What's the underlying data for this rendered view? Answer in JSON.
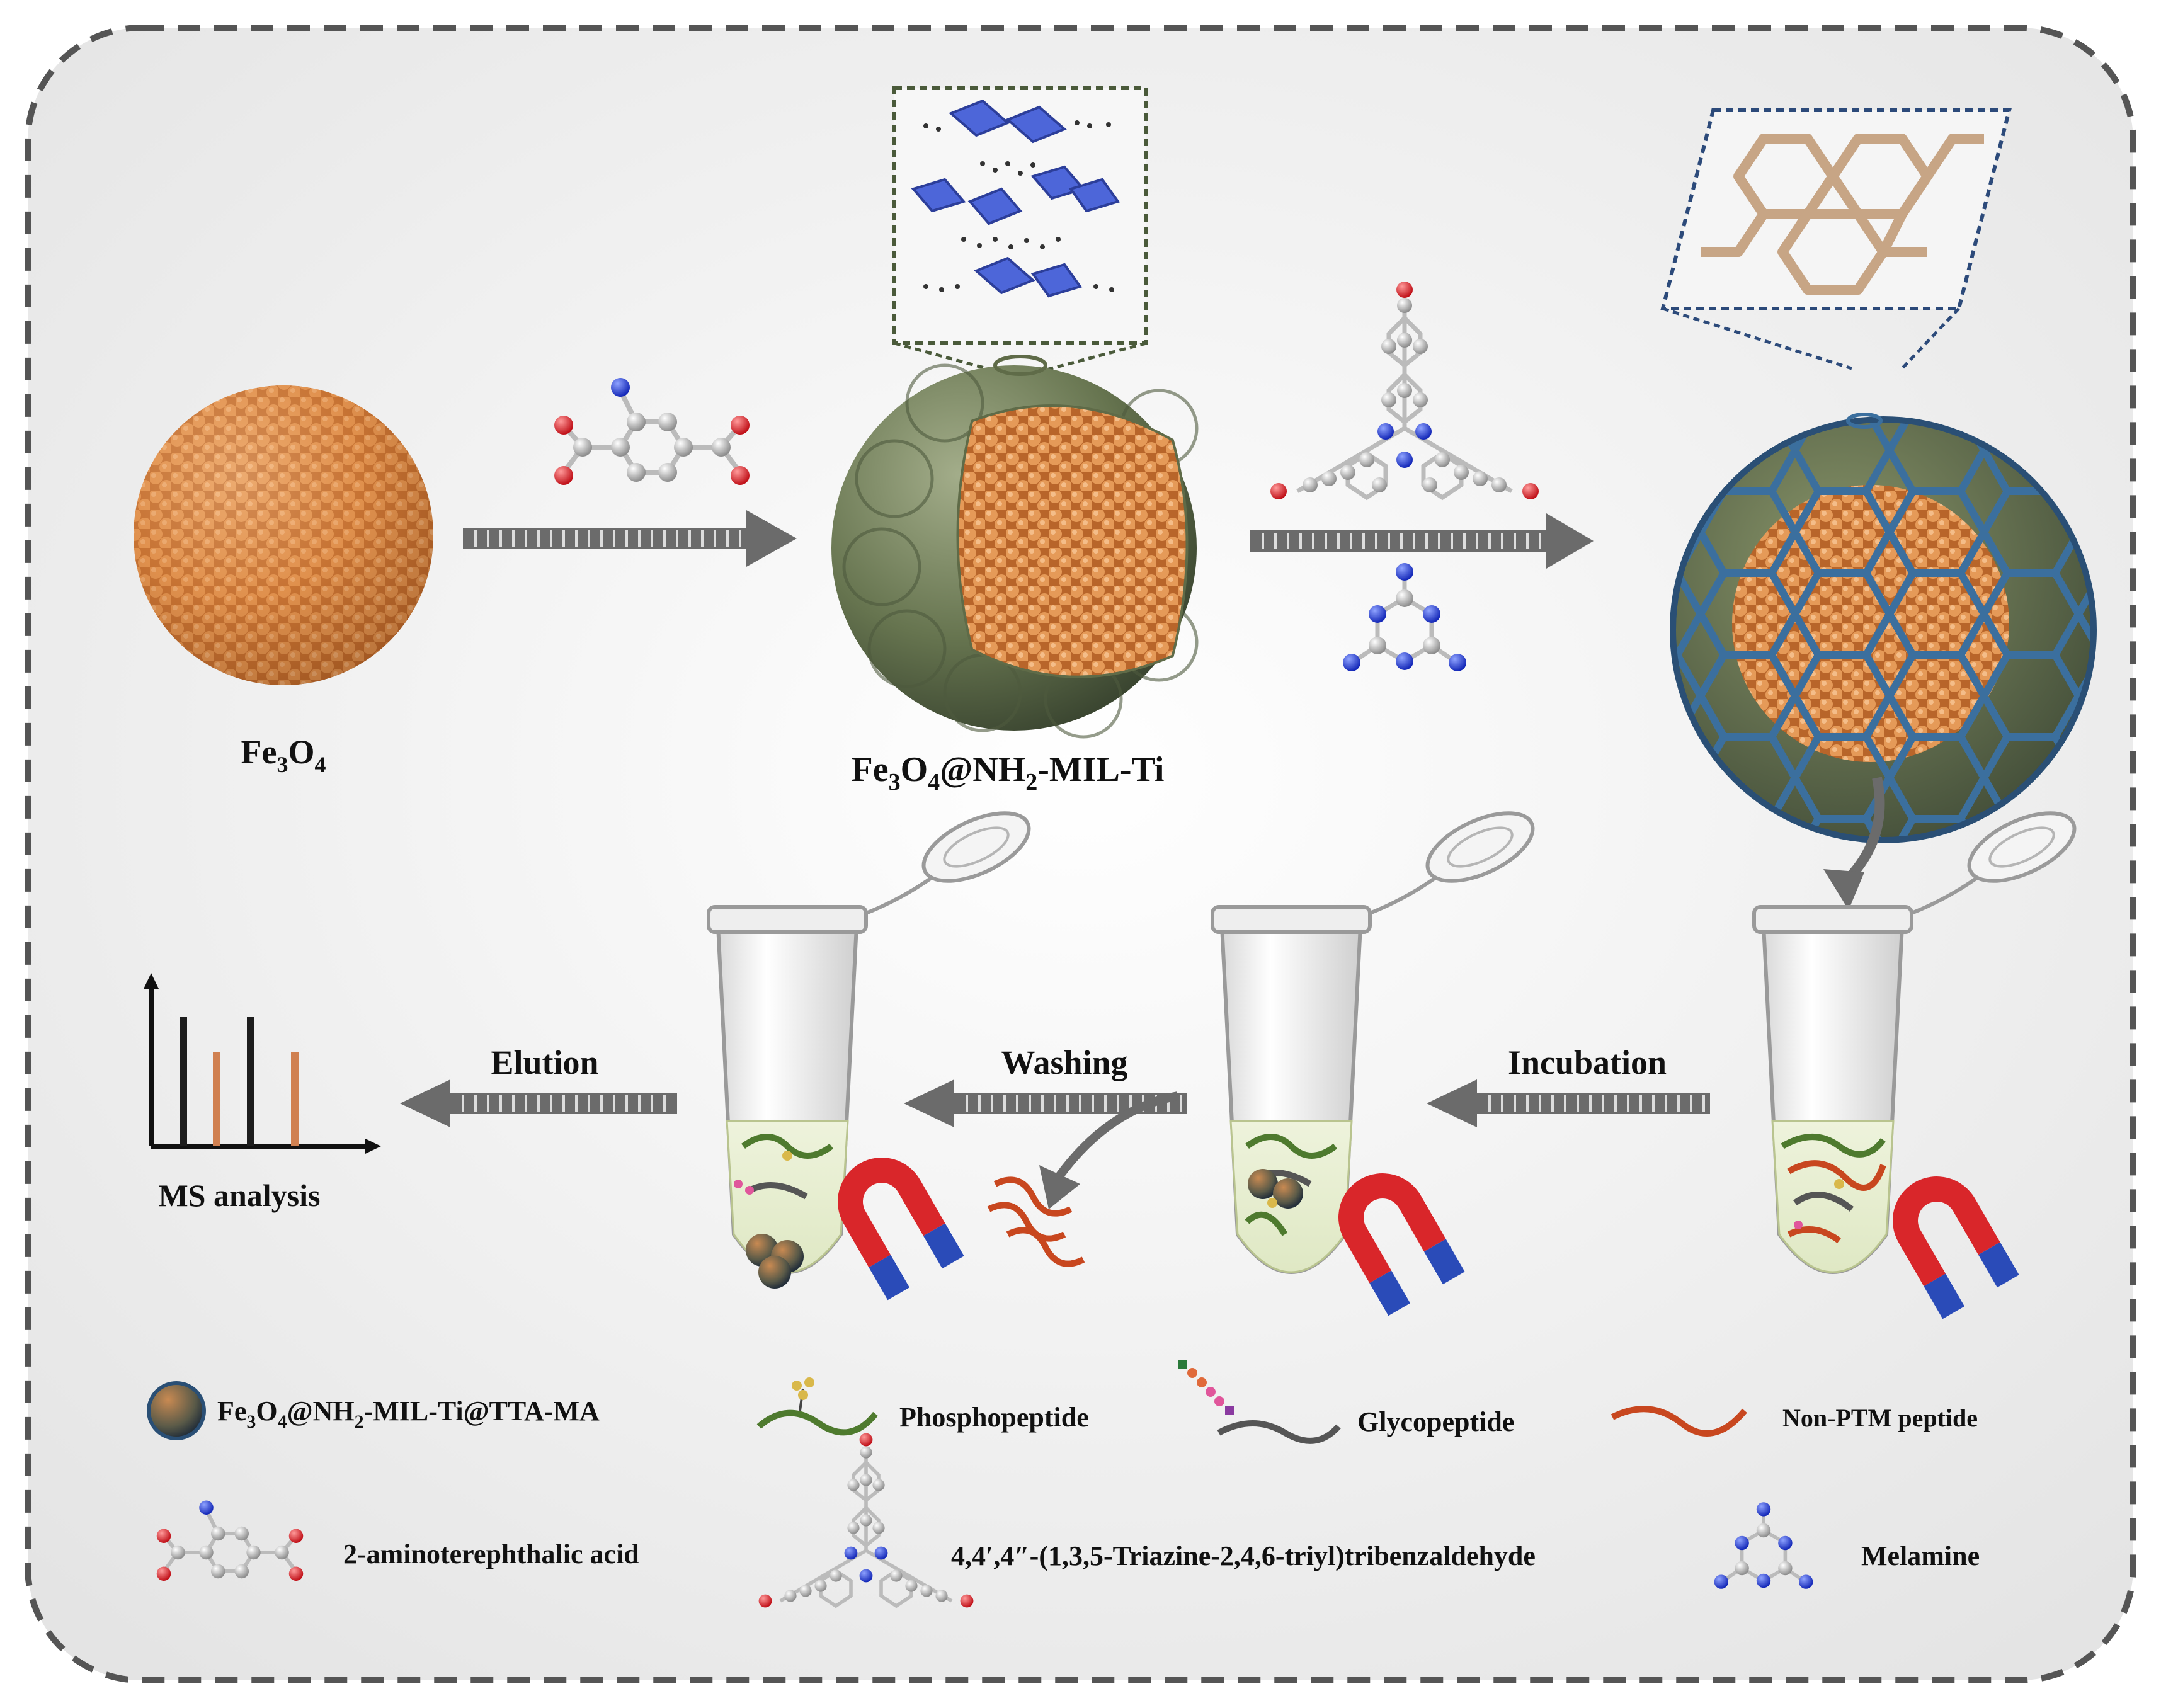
{
  "colors": {
    "background_border": "#555555",
    "iron_oxide": "#d9843f",
    "mil_shell": "#6a7a55",
    "cof_cage": "#3b6f9e",
    "arrow": "#6b6b6b",
    "phospho": "#4e7a2e",
    "glyco": "#555555",
    "non_ptm": "#c8471f",
    "magnet_red": "#d9262a",
    "magnet_blue": "#2a4bb8",
    "oxygen": "#e0242b",
    "nitrogen": "#1f3fd6",
    "carbon": "#c9c9c9",
    "ms_black_bar": "#1d1d1d",
    "ms_orange_bar": "#d08050"
  },
  "labels": {
    "fe3o4": {
      "main": "Fe",
      "sub1": "3",
      "mid": "O",
      "sub2": "4"
    },
    "fe3o4_mil": {
      "a": "Fe",
      "s1": "3",
      "b": "O",
      "s2": "4",
      "c": "@NH",
      "s3": "2",
      "d": "-MIL-Ti"
    },
    "elution": "Elution",
    "washing": "Washing",
    "incubation": "Incubation",
    "ms_analysis": "MS analysis"
  },
  "icons": [
    "magnet-icon",
    "centrifuge-tube-icon",
    "bar-spectrum-icon"
  ],
  "legend": {
    "composite": {
      "a": "Fe",
      "s1": "3",
      "b": "O",
      "s2": "4",
      "c": "@NH",
      "s3": "2",
      "d": "-MIL-Ti@TTA-MA"
    },
    "phosphopeptide": "Phosphopeptide",
    "glycopeptide": "Glycopeptide",
    "non_ptm": "Non-PTM peptide",
    "aminoterephthalic": "2-aminoterephthalic acid",
    "tta": "4,4′,4″-(1,3,5-Triazine-2,4,6-triyl)tribenzaldehyde",
    "melamine": "Melamine"
  }
}
